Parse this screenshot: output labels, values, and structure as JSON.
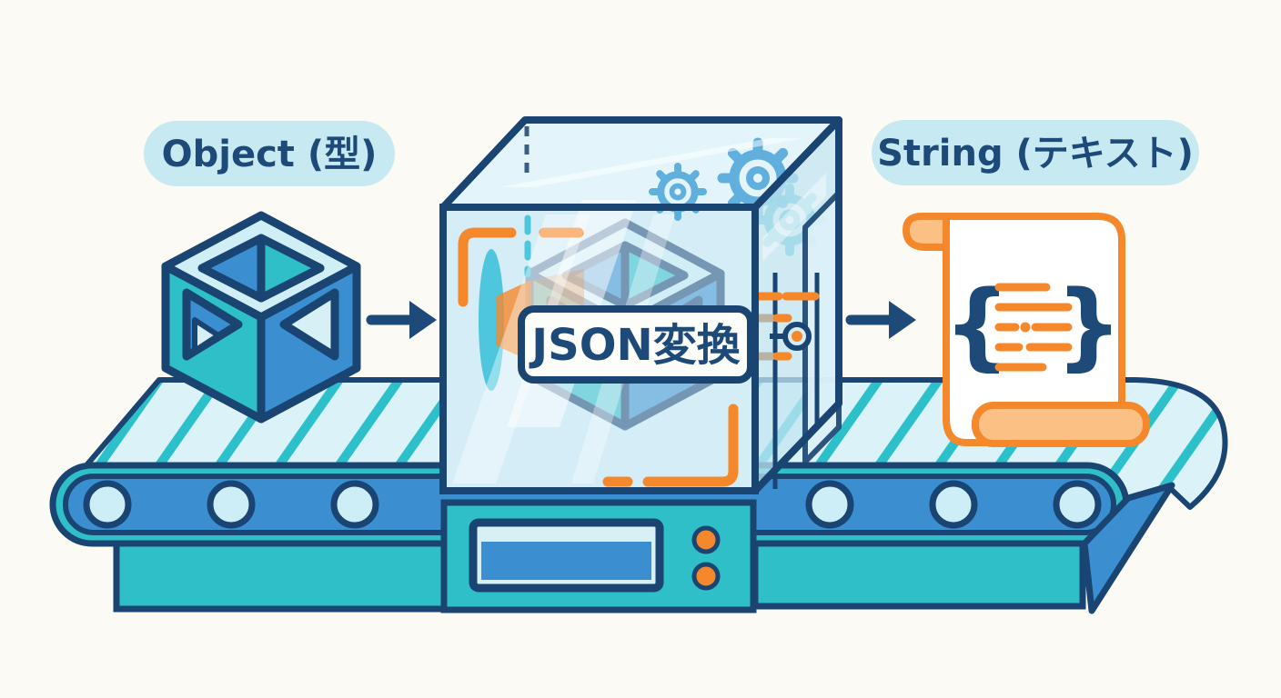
{
  "scene": {
    "description": "Illustration of serializing an object into a JSON string on a factory conveyor belt",
    "background": "#fbfaf5",
    "input_object": {
      "label": "Object (型)"
    },
    "converter": {
      "label": "JSON変換"
    },
    "output_string": {
      "label": "String (テキスト)"
    },
    "scroll": {
      "brace_open": "{",
      "brace_close": "}"
    },
    "accent_colors": {
      "outline_navy": "#1a4471",
      "text_navy": "#1d4a78",
      "teal": "#2ebfc9",
      "blue": "#3b8fd1",
      "light_cyan": "#d6f0f6",
      "glass_blue": "#d4edf7",
      "pill_blue": "#c7e9f2",
      "orange": "#f5882b",
      "peach": "#fac084"
    }
  }
}
